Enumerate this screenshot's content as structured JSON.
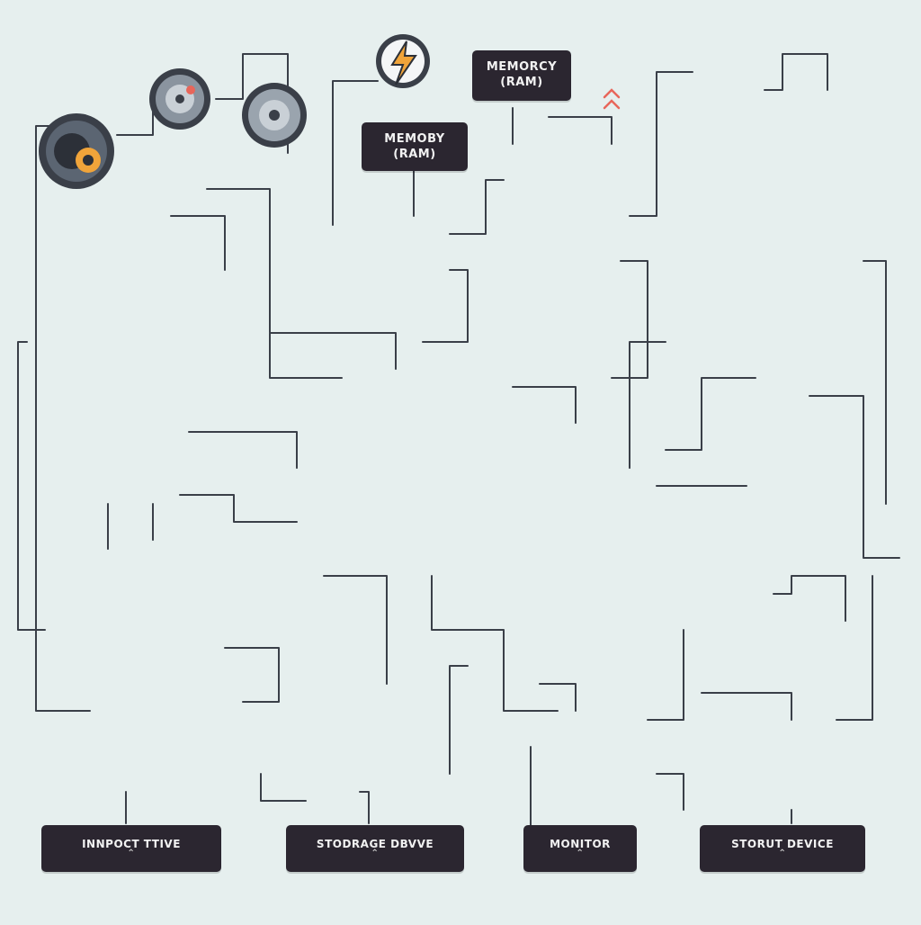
{
  "labels": {
    "memory_top": {
      "line1": "MEMORCY",
      "line2": "(RAM)"
    },
    "memory_mid": {
      "line1": "MEMOBY",
      "line2": "(RAM)"
    },
    "bottom_1": "INNPOCT TTIVE",
    "bottom_2": "STODRAGE DBVVE",
    "bottom_3": "MONITOR",
    "bottom_4": "STORUT DEVICE",
    "chevron": "⌃"
  },
  "colors": {
    "background": "#e6efee",
    "line": "#3a3f48",
    "dark": "#2b2630",
    "accent_red": "#e8665a",
    "accent_orange": "#f0a43a",
    "metal": "#c9d0d6",
    "screen_light": "#f4f6f7"
  },
  "icons": [
    "speaker-icon",
    "dial-icon",
    "lightning-icon",
    "heart-icon",
    "gear-icon",
    "tablet-icon",
    "phone-icon",
    "remote-icon",
    "router-icon",
    "server-icon",
    "monitor-icon",
    "motherboard-icon",
    "cpu-icon",
    "graphics-card-icon",
    "keyboard-icon",
    "mouse-icon",
    "pencil-icon",
    "ssd-icon",
    "hdd-icon",
    "usb-drive-icon"
  ]
}
